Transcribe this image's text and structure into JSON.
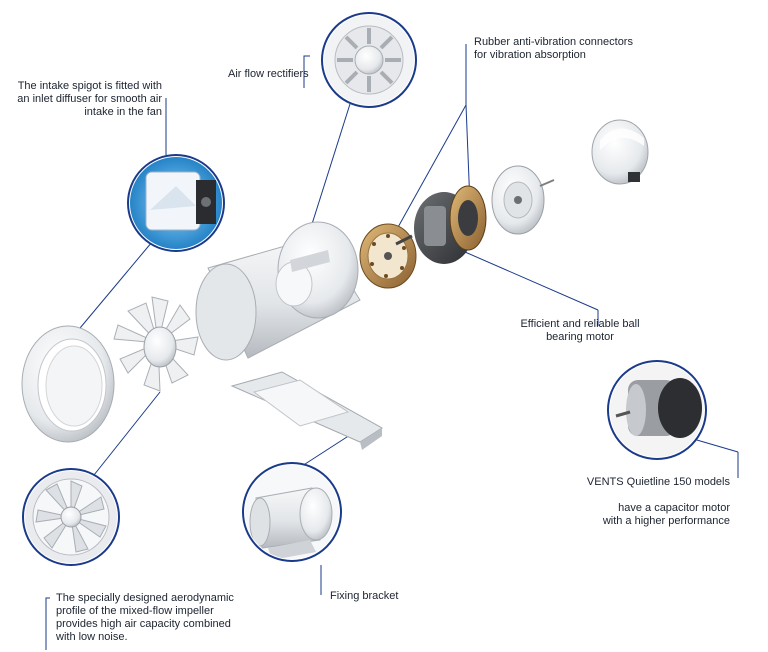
{
  "labels": {
    "intake_line1": "The intake spigot is fitted with",
    "intake_line2": "an inlet diffuser for smooth air",
    "intake_line3": "intake in the fan",
    "rectifiers": "Air flow rectifiers",
    "rubber_line1": "Rubber anti-vibration connectors",
    "rubber_line2": "for vibration absorption",
    "motor_line1": "Efficient and reliable ball",
    "motor_line2": "bearing motor",
    "vents_line1": "VENTS Quietline 150 models",
    "vents_line2": "have a capacitor motor",
    "vents_line3": "with a higher performance",
    "bracket": "Fixing bracket",
    "impeller_line1": "The specially designed aerodynamic",
    "impeller_line2": "profile of the mixed-flow impeller",
    "impeller_line3": "provides high air capacity combined",
    "impeller_line4": "with low noise."
  },
  "colors": {
    "leader": "#1a3a8a",
    "circle_ring": "#1a3a8a",
    "part_light": "#e9ecef",
    "part_shadow": "#b9bec4",
    "text": "#1c2430",
    "inset_blue": "#1b8fd6"
  },
  "icons": [
    "diffuser-inset-icon",
    "rectifier-inset-icon",
    "capacitor-motor-inset-icon",
    "mixed-flow-fan-inset-icon",
    "fan-unit-inset-icon"
  ]
}
